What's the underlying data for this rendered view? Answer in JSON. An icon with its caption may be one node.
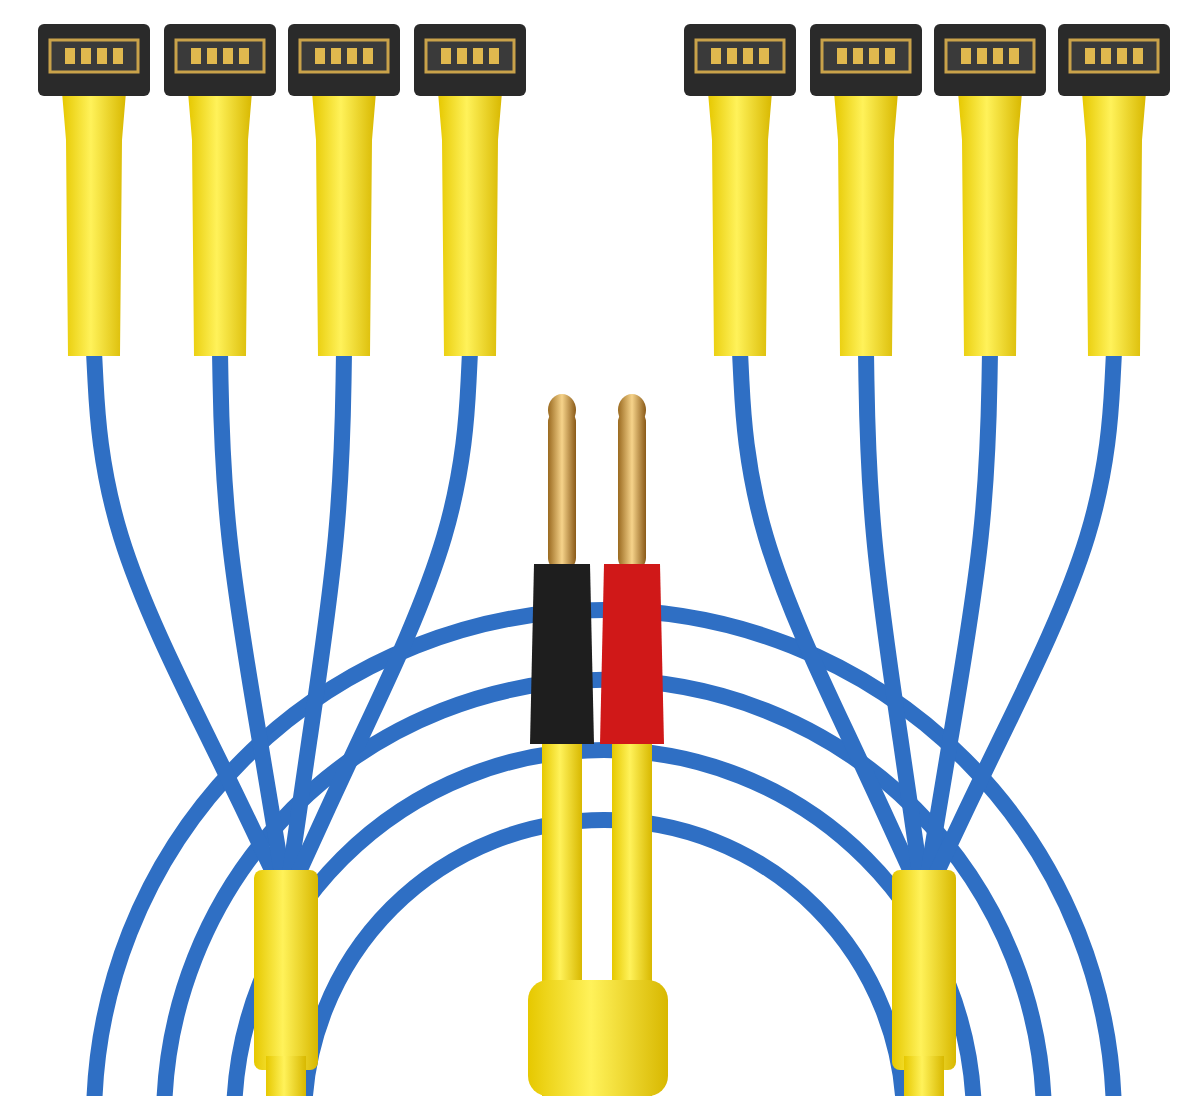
{
  "diagram": {
    "nodes": [
      {
        "text": [],
        "shape": "box"
      },
      {
        "text": [],
        "shape": "box"
      },
      {
        "text": [],
        "shape": "box"
      },
      {
        "text": [],
        "shape": "box"
      },
      {
        "text": [],
        "shape": "box"
      },
      {
        "text": [],
        "shape": "box"
      },
      {
        "text": [],
        "shape": "box"
      },
      {
        "text": [],
        "shape": "box"
      },
      {
        "text": [],
        "shape": "bar"
      },
      {
        "text": [],
        "shape": "bar"
      }
    ],
    "edges": [
      {
        "from": 0,
        "to": 8,
        "arrow": "none"
      },
      {
        "from": 1,
        "to": 8,
        "arrow": "none"
      },
      {
        "from": 2,
        "to": 8,
        "arrow": "none"
      },
      {
        "from": 3,
        "to": 8,
        "arrow": "none"
      },
      {
        "from": 4,
        "to": 9,
        "arrow": "none"
      },
      {
        "from": 5,
        "to": 9,
        "arrow": "none"
      },
      {
        "from": 6,
        "to": 9,
        "arrow": "none"
      },
      {
        "from": 7,
        "to": 9,
        "arrow": "none"
      }
    ]
  }
}
